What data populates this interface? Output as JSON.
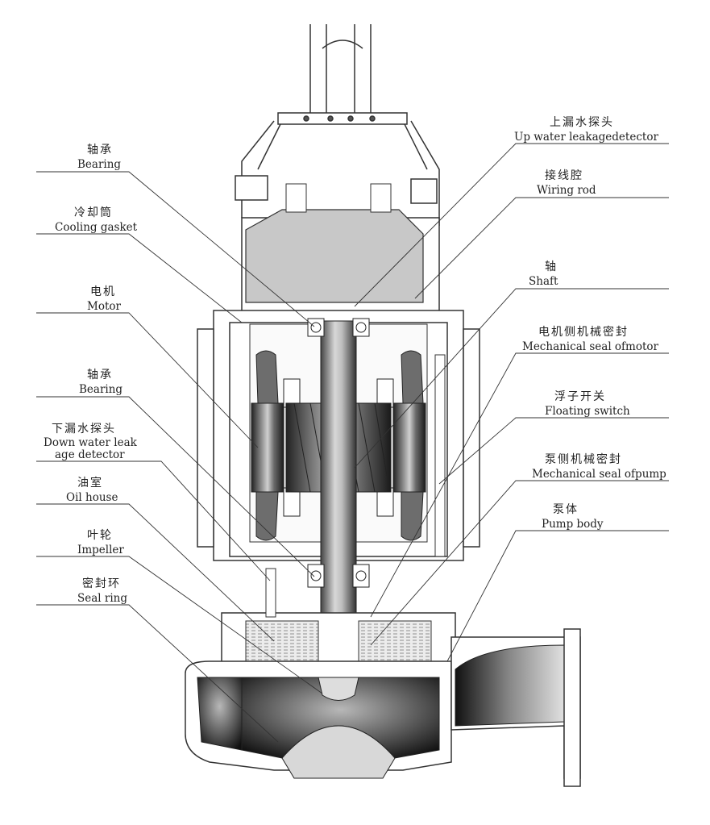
{
  "labels": {
    "bearing_top": {
      "zh": "轴承",
      "en": "Bearing"
    },
    "cooling_gasket": {
      "zh": "冷却筒",
      "en": "Cooling gasket"
    },
    "motor": {
      "zh": "电机",
      "en": "Motor"
    },
    "bearing_bottom": {
      "zh": "轴承",
      "en": "Bearing"
    },
    "down_detector": {
      "zh": "下漏水探头",
      "en1": "Down water leak",
      "en2": "age detector"
    },
    "oil_house": {
      "zh": "油室",
      "en": "Oil house"
    },
    "impeller": {
      "zh": "叶轮",
      "en": "Impeller"
    },
    "seal_ring": {
      "zh": "密封环",
      "en": "Seal ring"
    },
    "up_detector": {
      "zh": "上漏水探头",
      "en": "Up water leakagedetector"
    },
    "wiring_rod": {
      "zh": "接线腔",
      "en": "Wiring rod"
    },
    "shaft": {
      "zh": "轴",
      "en": "Shaft"
    },
    "seal_motor": {
      "zh": "电机侧机械密封",
      "en": "Mechanical seal ofmotor"
    },
    "floating_switch": {
      "zh": "浮子开关",
      "en": "Floating switch"
    },
    "seal_pump": {
      "zh": "泵侧机械密封",
      "en": "Mechanical seal ofpump"
    },
    "pump_body": {
      "zh": "泵体",
      "en": "Pump body"
    }
  }
}
